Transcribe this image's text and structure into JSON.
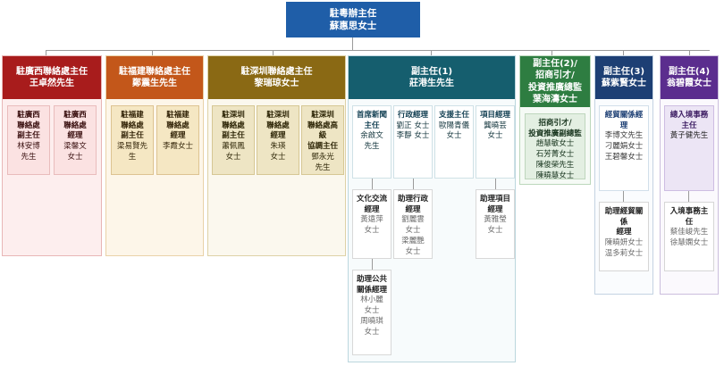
{
  "root": {
    "title": "駐粵辦主任",
    "person": "蘇惠思女士"
  },
  "columns": [
    {
      "id": "guangxi",
      "head_title": "駐廣西聯絡處主任",
      "head_person": "王卓然先生",
      "color": "#a81c1c",
      "children": [
        {
          "title": "駐廣西\n聯絡處\n副主任",
          "person": "林安博\n先生"
        },
        {
          "title": "駐廣西\n聯絡處\n經理",
          "person": "梁馨文\n女士"
        }
      ]
    },
    {
      "id": "fujian",
      "head_title": "駐福建聯絡處主任",
      "head_person": "鄭震生先生",
      "color": "#c3571a",
      "children": [
        {
          "title": "駐福建\n聯絡處\n副主任",
          "person": "梁易賢先生"
        },
        {
          "title": "駐福建\n聯絡處\n經理",
          "person": "李霞女士"
        }
      ]
    },
    {
      "id": "shenzhen",
      "head_title": "駐深圳聯絡處主任",
      "head_person": "黎瑞琼女士",
      "color": "#8a6914",
      "children": [
        {
          "title": "駐深圳\n聯絡處\n副主任",
          "person": "蕭佩鳳\n女士"
        },
        {
          "title": "駐深圳\n聯絡處\n經理",
          "person": "朱瑛\n女士"
        },
        {
          "title": "駐深圳\n聯絡處高級\n協調主任",
          "person": "鄧永光\n先生"
        }
      ]
    },
    {
      "id": "deputy-1",
      "head_title": "副主任(1)",
      "head_person": "莊港生先生",
      "color": "#155e6e",
      "children": [
        {
          "title": "首席新聞\n主任",
          "person": "余啟文\n先生"
        },
        {
          "title": "行政經理",
          "person": "劉正 女士\n李靜 女士"
        },
        {
          "title": "支援主任",
          "person": "歐陽青儀\n女士"
        },
        {
          "title": "項目經理",
          "person": "龔曉芸\n女士"
        }
      ],
      "level3": [
        {
          "title": "文化交流\n經理",
          "person": "黃遠萍\n女士"
        },
        {
          "title": "助理行政\n經理",
          "person": "劉麗雲\n女士\n梁麗艷\n女士"
        },
        {
          "title": "助理項目\n經理",
          "person": "黃雅瑩\n女士"
        }
      ],
      "level4": [
        {
          "title": "助理公共\n關係經理",
          "person": "林小麗\n女士\n周曉琪\n女士"
        }
      ]
    },
    {
      "id": "deputy-2",
      "head_title": "副主任(2)/\n招商引才/\n投資推廣總監",
      "head_person": "葉海濤女士",
      "color": "#2e7d41",
      "children": [
        {
          "title": "招商引才/\n投資推廣副總監",
          "person": "趙慧敏女士\n石芳菁女士\n陳俊榮先生\n陳曉慧女士"
        }
      ]
    },
    {
      "id": "deputy-3",
      "head_title": "副主任(3)",
      "head_person": "蘇紫賢女士",
      "color": "#1d3f74",
      "children": [
        {
          "title": "經貿關係經理",
          "person": "李博文先生\n刁麗娟女士\n王碧馨女士"
        }
      ],
      "level3": [
        {
          "title": "助理經貿關係\n經理",
          "person": "陳曉妍女士\n温多莉女士"
        }
      ]
    },
    {
      "id": "deputy-4",
      "head_title": "副主任(4)",
      "head_person": "翁碧霞女士",
      "color": "#5b2d8e",
      "children": [
        {
          "title": "總入境事務\n主任",
          "person": "黃子健先生"
        }
      ],
      "level3": [
        {
          "title": "入境事務主任",
          "person": "蔡佳峻先生\n徐慧嫻女士"
        }
      ]
    }
  ]
}
